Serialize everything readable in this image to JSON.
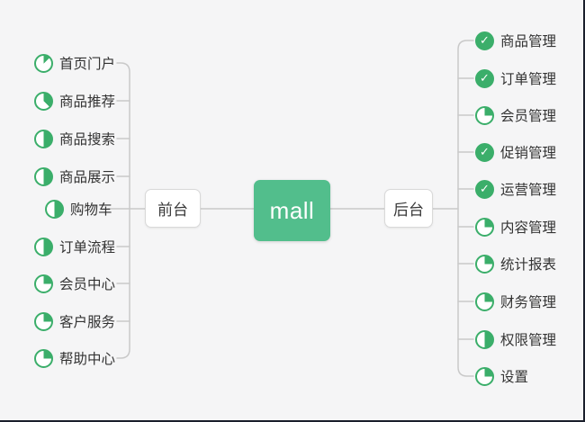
{
  "colors": {
    "background": "#f5f5f6",
    "edge": "#1a1f2b",
    "line": "#c9c9c9",
    "node_border": "#d9d9d9",
    "mall_green": "#52be8c",
    "icon_green": "#3bae6a",
    "text": "#333333"
  },
  "root": {
    "label": "mall"
  },
  "branches": [
    {
      "label": "前台",
      "side": "left",
      "items": [
        {
          "label": "首页门户",
          "icon": "pie-1-8"
        },
        {
          "label": "商品推荐",
          "icon": "pie-3-8"
        },
        {
          "label": "商品搜索",
          "icon": "pie-1-2"
        },
        {
          "label": "商品展示",
          "icon": "pie-1-2"
        },
        {
          "label": "购物车",
          "icon": "pie-1-2"
        },
        {
          "label": "订单流程",
          "icon": "pie-1-2"
        },
        {
          "label": "会员中心",
          "icon": "pie-1-4"
        },
        {
          "label": "客户服务",
          "icon": "pie-1-4"
        },
        {
          "label": "帮助中心",
          "icon": "pie-1-4"
        }
      ]
    },
    {
      "label": "后台",
      "side": "right",
      "items": [
        {
          "label": "商品管理",
          "icon": "check"
        },
        {
          "label": "订单管理",
          "icon": "check"
        },
        {
          "label": "会员管理",
          "icon": "pie-1-4"
        },
        {
          "label": "促销管理",
          "icon": "check"
        },
        {
          "label": "运营管理",
          "icon": "check"
        },
        {
          "label": "内容管理",
          "icon": "pie-1-4"
        },
        {
          "label": "统计报表",
          "icon": "pie-1-4"
        },
        {
          "label": "财务管理",
          "icon": "pie-1-4"
        },
        {
          "label": "权限管理",
          "icon": "pie-1-2"
        },
        {
          "label": "设置",
          "icon": "pie-1-4"
        }
      ]
    }
  ]
}
